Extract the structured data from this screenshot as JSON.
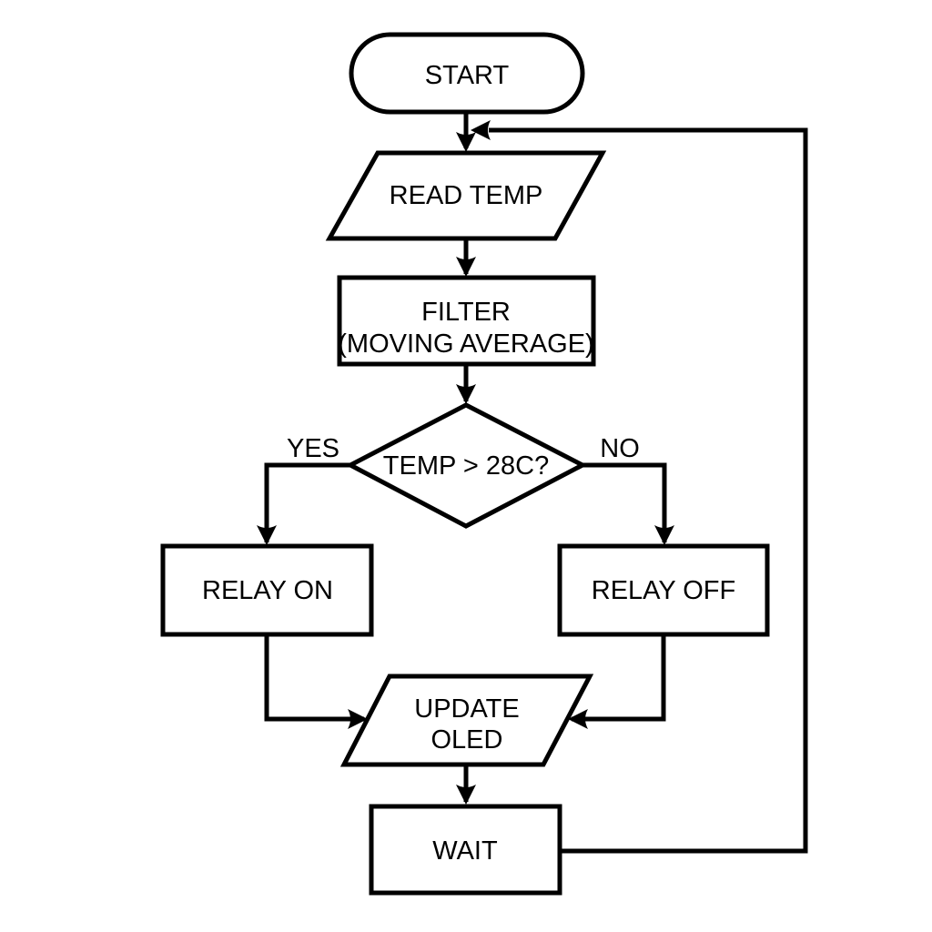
{
  "diagram": {
    "type": "flowchart",
    "colors": {
      "background": "#ffffff",
      "stroke": "#000000",
      "text": "#000000"
    },
    "nodes": {
      "start": {
        "shape": "terminator",
        "label": "START"
      },
      "read_temp": {
        "shape": "input-output",
        "label": "READ TEMP"
      },
      "filter": {
        "shape": "process",
        "line1": "FILTER",
        "line2": "(MOVING AVERAGE)"
      },
      "decision": {
        "shape": "decision",
        "label": "TEMP > 28C?"
      },
      "relay_on": {
        "shape": "process",
        "label": "RELAY ON"
      },
      "relay_off": {
        "shape": "process",
        "label": "RELAY OFF"
      },
      "update_oled": {
        "shape": "input-output",
        "line1": "UPDATE",
        "line2": "OLED"
      },
      "wait": {
        "shape": "process",
        "label": "WAIT"
      }
    },
    "edges": {
      "yes_label": "YES",
      "no_label": "NO"
    }
  }
}
